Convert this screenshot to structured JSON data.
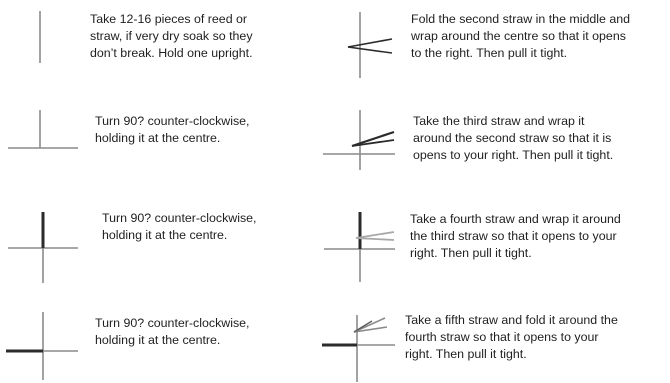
{
  "steps": [
    {
      "id": 1,
      "lines": [
        "Take 12-16 pieces of reed or",
        "straw, if very dry soak so they",
        "don’t break.  Hold one upright."
      ],
      "icon": "single-upright-straw-icon"
    },
    {
      "id": 2,
      "lines": [
        "Turn 90? counter-clockwise,",
        "holding it at the centre."
      ],
      "icon": "two-straws-cross-icon"
    },
    {
      "id": 3,
      "lines": [
        "Turn 90? counter-clockwise,",
        "holding it at the centre."
      ],
      "icon": "three-straws-cross-icon"
    },
    {
      "id": 4,
      "lines": [
        "Turn 90? counter-clockwise,",
        "holding it at the centre."
      ],
      "icon": "four-straws-cross-icon"
    },
    {
      "id": 5,
      "lines": [
        "Fold the second straw in the middle and",
        "wrap around the centre so that it opens",
        "to the right. Then pull it tight."
      ],
      "icon": "second-straw-folded-icon"
    },
    {
      "id": 6,
      "lines": [
        "Take the third straw and wrap it",
        "around the second straw so that it is",
        "opens to your right. Then pull it tight."
      ],
      "icon": "third-straw-wrapped-icon"
    },
    {
      "id": 7,
      "lines": [
        "Take a fourth straw and wrap it around",
        "the third straw so that it opens to your",
        "right.  Then pull it tight."
      ],
      "icon": "fourth-straw-wrapped-icon"
    },
    {
      "id": 8,
      "lines": [
        "Take a fifth straw and fold it around the",
        "fourth straw so that it opens to your",
        "right.  Then pull it tight."
      ],
      "icon": "fifth-straw-folded-icon"
    }
  ],
  "colors": {
    "straw_light": "#8a8a8a",
    "straw_mid": "#5c5c5c",
    "straw_dark": "#2b2b2b",
    "straw_pale": "#a8a8a8",
    "text": "#1f1f1f",
    "background": "#ffffff"
  }
}
